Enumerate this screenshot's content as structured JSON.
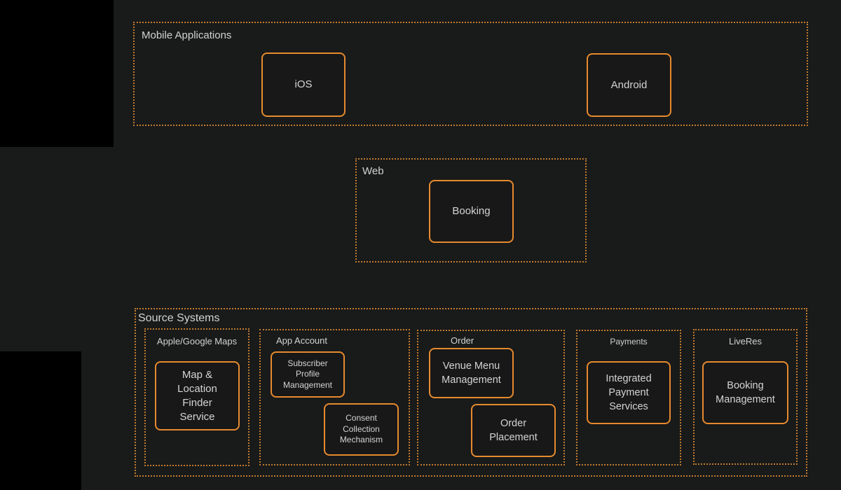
{
  "palette": {
    "background": "#191a1a",
    "black_region": "#000000",
    "node_border_color": "#e68a2e",
    "group_border_color": "#c07c30",
    "text_color": "#d4d4d4"
  },
  "groups": {
    "mobile_applications": {
      "label": "Mobile Applications",
      "nodes": {
        "ios": {
          "label": "iOS"
        },
        "android": {
          "label": "Android"
        }
      }
    },
    "web": {
      "label": "Web",
      "nodes": {
        "booking": {
          "label": "Booking"
        }
      }
    },
    "source_systems": {
      "label": "Source Systems",
      "subgroups": {
        "apple_google_maps": {
          "label": "Apple/Google Maps",
          "nodes": {
            "map_location_finder": {
              "label": "Map &\nLocation\nFinder\nService"
            }
          }
        },
        "app_account": {
          "label": "App Account",
          "nodes": {
            "subscriber_profile": {
              "label": "Subscriber\nProfile\nManagement"
            },
            "consent_collection": {
              "label": "Consent\nCollection\nMechanism"
            }
          }
        },
        "order": {
          "label": "Order",
          "nodes": {
            "venue_menu": {
              "label": "Venue Menu\nManagement"
            },
            "order_placement": {
              "label": "Order\nPlacement"
            }
          }
        },
        "payments": {
          "label": "Payments",
          "nodes": {
            "integrated_payment": {
              "label": "Integrated\nPayment\nServices"
            }
          }
        },
        "liveres": {
          "label": "LiveRes",
          "nodes": {
            "booking_management": {
              "label": "Booking\nManagement"
            }
          }
        }
      }
    }
  }
}
